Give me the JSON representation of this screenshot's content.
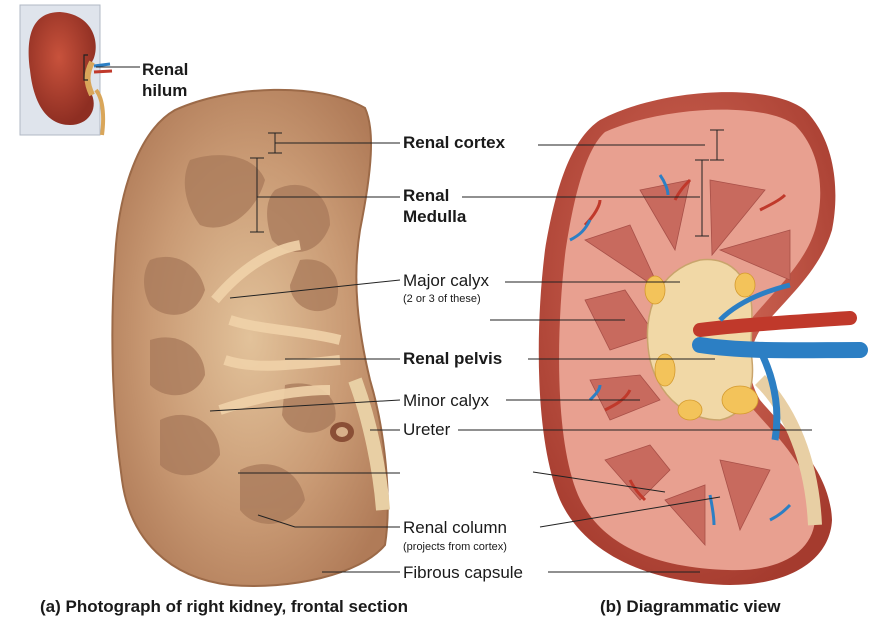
{
  "inset": {
    "label_line1": "Renal",
    "label_line2": "hilum"
  },
  "labels": {
    "renal_cortex": "Renal cortex",
    "renal_medulla_line1": "Renal",
    "renal_medulla_line2": "Medulla",
    "major_calyx": "Major calyx",
    "major_calyx_note": "(2 or 3 of these)",
    "renal_pelvis": "Renal pelvis",
    "minor_calyx": "Minor calyx",
    "ureter": "Ureter",
    "renal_column": "Renal column",
    "renal_column_note": "(projects from cortex)",
    "fibrous_capsule": "Fibrous capsule"
  },
  "captions": {
    "a": "(a) Photograph of right kidney, frontal section",
    "b": "(b) Diagrammatic view"
  },
  "colors": {
    "photo_cortex": "#c99a74",
    "photo_medulla": "#a8795a",
    "diagram_capsule": "#b84a3a",
    "diagram_cortex": "#e39a8a",
    "diagram_pyramid": "#c96a5e",
    "pelvis": "#f1d8a6",
    "fat": "#f3c35a",
    "artery": "#c0392b",
    "vein": "#2c7fc4"
  }
}
